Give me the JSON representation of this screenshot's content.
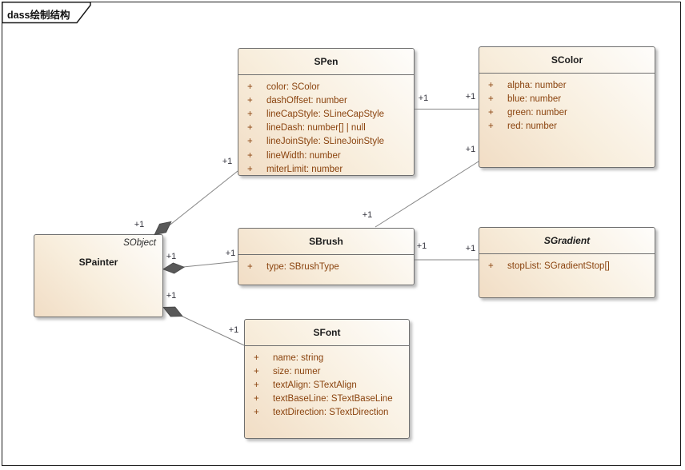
{
  "frame": {
    "title": "dass绘制结构"
  },
  "classes": {
    "spainter": {
      "name": "SPainter",
      "annotation": "SObject"
    },
    "spen": {
      "name": "SPen",
      "attributes": [
        {
          "visibility": "+",
          "text": "color: SColor"
        },
        {
          "visibility": "+",
          "text": "dashOffset: number"
        },
        {
          "visibility": "+",
          "text": "lineCapStyle: SLineCapStyle"
        },
        {
          "visibility": "+",
          "text": "lineDash: number[] | null"
        },
        {
          "visibility": "+",
          "text": "lineJoinStyle: SLineJoinStyle"
        },
        {
          "visibility": "+",
          "text": "lineWidth: number"
        },
        {
          "visibility": "+",
          "text": "miterLimit: number"
        }
      ]
    },
    "scolor": {
      "name": "SColor",
      "attributes": [
        {
          "visibility": "+",
          "text": "alpha: number"
        },
        {
          "visibility": "+",
          "text": "blue: number"
        },
        {
          "visibility": "+",
          "text": "green: number"
        },
        {
          "visibility": "+",
          "text": "red: number"
        }
      ]
    },
    "sbrush": {
      "name": "SBrush",
      "attributes": [
        {
          "visibility": "+",
          "text": "type: SBrushType"
        }
      ]
    },
    "sgradient": {
      "name": "SGradient",
      "abstract": true,
      "attributes": [
        {
          "visibility": "+",
          "text": "stopList: SGradientStop[]"
        }
      ]
    },
    "sfont": {
      "name": "SFont",
      "attributes": [
        {
          "visibility": "+",
          "text": "name: string"
        },
        {
          "visibility": "+",
          "text": "size: numer"
        },
        {
          "visibility": "+",
          "text": "textAlign: STextAlign"
        },
        {
          "visibility": "+",
          "text": "textBaseLine: STextBaseLine"
        },
        {
          "visibility": "+",
          "text": "textDirection: STextDirection"
        }
      ]
    }
  },
  "connections": {
    "painter_pen": {
      "type": "composition",
      "source_label": "+1",
      "target_label": "+1"
    },
    "painter_brush": {
      "type": "composition",
      "source_label": "+1",
      "target_label": "+1"
    },
    "painter_font": {
      "type": "composition",
      "source_label": "+1",
      "target_label": "+1"
    },
    "pen_color": {
      "type": "association",
      "source_label": "+1",
      "target_label": "+1"
    },
    "brush_color": {
      "type": "association",
      "source_label": "+1",
      "target_label": "+1"
    },
    "brush_gradient": {
      "type": "association",
      "source_label": "+1",
      "target_label": "+1"
    }
  },
  "colors": {
    "box_fill_start": "#fefdfb",
    "box_fill_end": "#f1ddc5",
    "box_border": "#6f6f6f",
    "attribute_text": "#8a430e",
    "class_name_text": "#1c1c1c",
    "connector_line": "#858585",
    "diamond_fill": "#595959",
    "multiplicity_text": "#33333d",
    "frame_border": "#1a1a1a"
  }
}
